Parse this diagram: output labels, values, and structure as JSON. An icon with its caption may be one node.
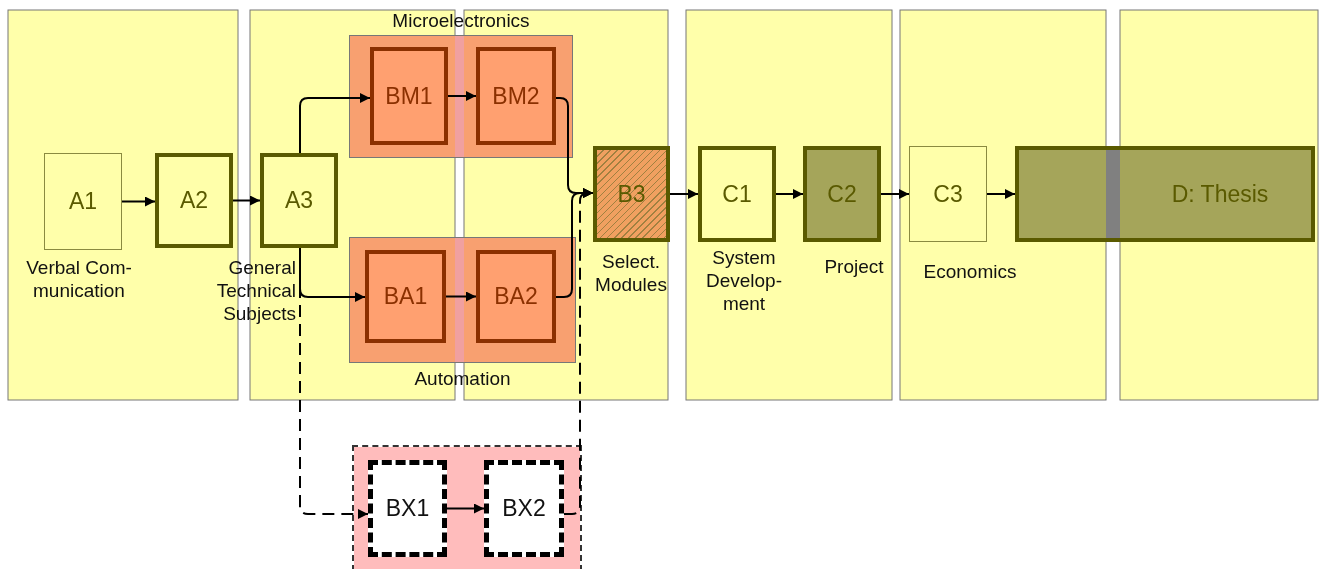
{
  "diagram": {
    "nodes": [
      {
        "text": [
          "A1"
        ],
        "beside": [
          "Verbal Com- munication"
        ]
      },
      {
        "text": [
          "A2"
        ]
      },
      {
        "text": [
          "A3"
        ],
        "beside": [
          "General Technical Subjects"
        ]
      },
      {
        "text": [
          "Microelectronics"
        ]
      },
      {
        "text": [
          "BM1"
        ],
        "in": 3
      },
      {
        "text": [
          "BM2"
        ],
        "in": 3
      },
      {
        "text": [
          "Automation"
        ]
      },
      {
        "text": [
          "BA1"
        ],
        "in": 6
      },
      {
        "text": [
          "BA2"
        ],
        "in": 6
      },
      {
        "text": [],
        "shape": "box"
      },
      {
        "text": [
          "BX1"
        ],
        "in": 9
      },
      {
        "text": [
          "BX2"
        ],
        "in": 9
      },
      {
        "text": [
          "B3"
        ],
        "beside": [
          "Select. Modules"
        ]
      },
      {
        "text": [
          "C1"
        ],
        "beside": [
          "System Develop- ment"
        ]
      },
      {
        "text": [
          "C2"
        ],
        "beside": [
          "Project"
        ]
      },
      {
        "text": [
          "C3"
        ],
        "beside": [
          "Economics"
        ]
      },
      {
        "text": [
          "D: Thesis"
        ]
      }
    ],
    "edges": [
      {
        "from": 0,
        "to": 1,
        "arrow": "to"
      },
      {
        "from": 1,
        "to": 2,
        "arrow": "to"
      },
      {
        "from": 2,
        "to": 4,
        "arrow": "to"
      },
      {
        "from": 4,
        "to": 5,
        "arrow": "to"
      },
      {
        "from": 5,
        "to": 12,
        "arrow": "to"
      },
      {
        "from": 2,
        "to": 7,
        "arrow": "to"
      },
      {
        "from": 7,
        "to": 8,
        "arrow": "to"
      },
      {
        "from": 8,
        "to": 12,
        "arrow": "to"
      },
      {
        "from": 2,
        "to": 10,
        "arrow": "to",
        "style": "dashed"
      },
      {
        "from": 10,
        "to": 11,
        "arrow": "to"
      },
      {
        "from": 11,
        "to": 12,
        "arrow": "to",
        "style": "dashed"
      },
      {
        "from": 12,
        "to": 13,
        "arrow": "to"
      },
      {
        "from": 13,
        "to": 14,
        "arrow": "to"
      },
      {
        "from": 14,
        "to": 15,
        "arrow": "to"
      },
      {
        "from": 15,
        "to": 16,
        "arrow": "to"
      }
    ]
  }
}
